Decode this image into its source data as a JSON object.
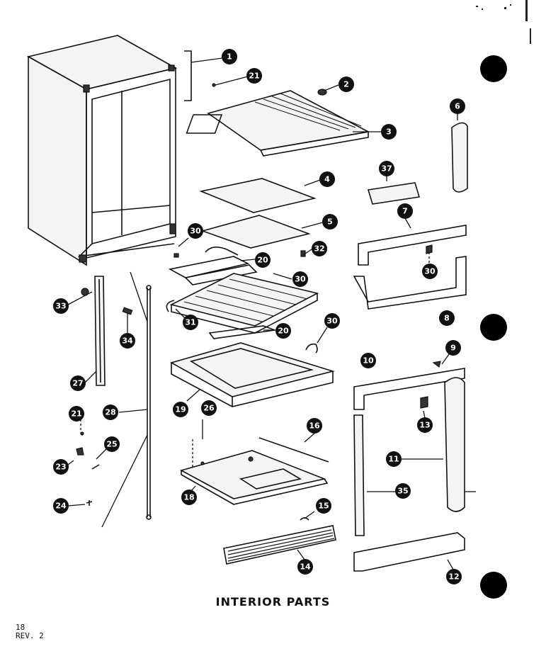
{
  "caption": "INTERIOR PARTS",
  "page": {
    "number": "18",
    "revision": "REV. 2"
  },
  "callouts": [
    {
      "id": "c1",
      "label": "1"
    },
    {
      "id": "c21a",
      "label": "21"
    },
    {
      "id": "c2",
      "label": "2"
    },
    {
      "id": "c3",
      "label": "3"
    },
    {
      "id": "c4",
      "label": "4"
    },
    {
      "id": "c5",
      "label": "5"
    },
    {
      "id": "c6",
      "label": "6"
    },
    {
      "id": "c37",
      "label": "37"
    },
    {
      "id": "c7",
      "label": "7"
    },
    {
      "id": "c30a",
      "label": "30"
    },
    {
      "id": "c8",
      "label": "8"
    },
    {
      "id": "c30b",
      "label": "30"
    },
    {
      "id": "c32",
      "label": "32"
    },
    {
      "id": "c20a",
      "label": "20"
    },
    {
      "id": "c30c",
      "label": "30"
    },
    {
      "id": "c33",
      "label": "33"
    },
    {
      "id": "c34",
      "label": "34"
    },
    {
      "id": "c31",
      "label": "31"
    },
    {
      "id": "c20b",
      "label": "20"
    },
    {
      "id": "c30d",
      "label": "30"
    },
    {
      "id": "c9",
      "label": "9"
    },
    {
      "id": "c27",
      "label": "27"
    },
    {
      "id": "c10",
      "label": "10"
    },
    {
      "id": "c19",
      "label": "19"
    },
    {
      "id": "c13",
      "label": "13"
    },
    {
      "id": "c28",
      "label": "28"
    },
    {
      "id": "c26",
      "label": "26"
    },
    {
      "id": "c21b",
      "label": "21"
    },
    {
      "id": "c25",
      "label": "25"
    },
    {
      "id": "c18",
      "label": "18"
    },
    {
      "id": "c11",
      "label": "11"
    },
    {
      "id": "c23",
      "label": "23"
    },
    {
      "id": "c16",
      "label": "16"
    },
    {
      "id": "c35",
      "label": "35"
    },
    {
      "id": "c24",
      "label": "24"
    },
    {
      "id": "c15",
      "label": "15"
    },
    {
      "id": "c14",
      "label": "14"
    },
    {
      "id": "c12",
      "label": "12"
    }
  ]
}
